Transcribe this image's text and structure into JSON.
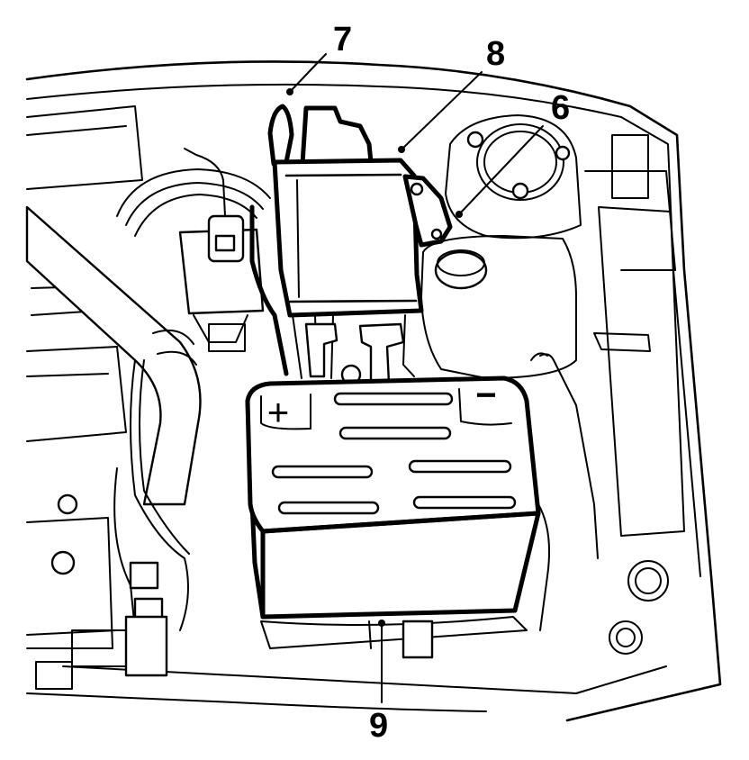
{
  "figure": {
    "callouts": [
      {
        "id": "7",
        "label": "7"
      },
      {
        "id": "8",
        "label": "8"
      },
      {
        "id": "6",
        "label": "6"
      },
      {
        "id": "9",
        "label": "9"
      }
    ],
    "battery_markings": {
      "positive": "+",
      "negative": "−"
    }
  }
}
